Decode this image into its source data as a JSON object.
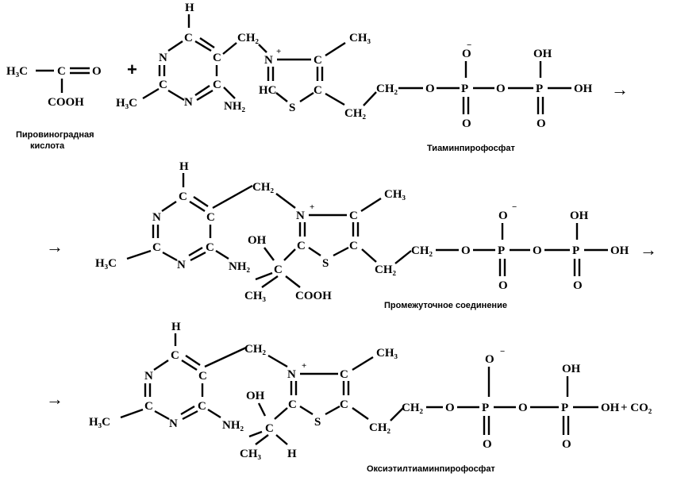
{
  "colors": {
    "background": "#ffffff",
    "ink": "#000000"
  },
  "row1": {
    "pyruvic": {
      "h3c": "H₃C",
      "c": "C",
      "o": "O",
      "cooh": "COOH",
      "label_line1": "Пировиноградная",
      "label_line2": "кислота"
    },
    "plus": "+",
    "arrow": "→",
    "thiamine": {
      "h": "H",
      "n_upper": "N",
      "n_lower": "N",
      "c_top": "C",
      "c_left": "C",
      "c_right": "C",
      "h3c": "H₃C",
      "c_bottom": "C",
      "nh2": "NH₂",
      "ch2_bridge": "CH₂",
      "n_plus": "N",
      "plus_sign": "+",
      "c_ring_a": "C",
      "ch3": "CH₃",
      "hc": "HC",
      "c_ring_b": "C",
      "s": "S",
      "ch2_low": "CH₂",
      "ch2_chain": "CH₂",
      "o1": "O",
      "p1": "P",
      "o_bridge": "O",
      "p2": "P",
      "oh_end": "OH",
      "o_minus": "O",
      "minus": "−",
      "oh_top": "OH",
      "o_dbl1": "O",
      "o_dbl2": "O",
      "label": "Тиаминпирофосфат"
    }
  },
  "row2": {
    "arrow_in": "→",
    "arrow_out": "→",
    "h": "H",
    "c_top": "C",
    "n_upper": "N",
    "c_left": "C",
    "c_right": "C",
    "h3c": "H₃C",
    "c_bottom": "C",
    "n_lower": "N",
    "c_amine": "C",
    "nh2": "NH₂",
    "ch2_bridge": "CH₂",
    "n_plus": "N",
    "plus_sign": "+",
    "c_ring_a": "C",
    "ch3": "CH₃",
    "oh": "OH",
    "c_ring_b": "C",
    "s": "S",
    "c_ring_c": "C",
    "c_quat": "C",
    "ch3_low": "CH₃",
    "cooh": "COOH",
    "ch2_low": "CH₂",
    "ch2_chain": "CH₂",
    "o1": "O",
    "p1": "P",
    "o_bridge": "O",
    "p2": "P",
    "oh_end": "OH",
    "o_minus": "O",
    "minus": "−",
    "oh_top": "OH",
    "o_dbl1": "O",
    "o_dbl2": "O",
    "label": "Промежуточное соединение"
  },
  "row3": {
    "arrow_in": "→",
    "h": "H",
    "c_top": "C",
    "n_upper": "N",
    "c_left": "C",
    "c_right": "C",
    "h3c": "H₃C",
    "c_bottom": "C",
    "n_lower": "N",
    "c_amine": "C",
    "nh2": "NH₂",
    "ch2_bridge": "CH₂",
    "n_plus": "N",
    "plus_sign": "+",
    "c_ring_a": "C",
    "ch3": "CH₃",
    "oh": "OH",
    "c_ring_b": "C",
    "s": "S",
    "c_ring_c": "C",
    "c_quat": "C",
    "ch3_low": "CH₃",
    "h_low": "H",
    "ch2_low": "CH₂",
    "ch2_chain": "CH₂",
    "o1": "O",
    "p1": "P",
    "o_bridge": "O",
    "p2": "P",
    "oh_end": "OH",
    "o_minus": "O",
    "minus": "−",
    "oh_top": "OH",
    "o_dbl1": "O",
    "o_dbl2": "O",
    "plus_co2": "+ CO₂",
    "label": "Оксиэтилтиаминпирофосфат"
  }
}
